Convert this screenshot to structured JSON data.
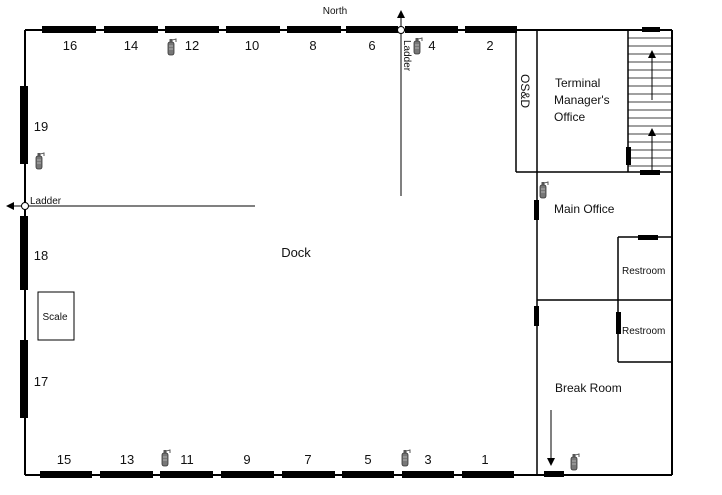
{
  "compass": "North",
  "dock_label": "Dock",
  "scale_label": "Scale",
  "ladder_label": "Ladder",
  "rooms": {
    "osd": "OS&D",
    "terminal_manager_line1": "Terminal",
    "terminal_manager_line2": "Manager's",
    "terminal_manager_line3": "Office",
    "main_office": "Main Office",
    "restroom_upper": "Restroom",
    "restroom_lower": "Restroom",
    "break_room": "Break Room"
  },
  "doors": {
    "north": [
      "16",
      "14",
      "12",
      "10",
      "8",
      "6",
      "4",
      "2"
    ],
    "south": [
      "15",
      "13",
      "11",
      "9",
      "7",
      "5",
      "3",
      "1"
    ],
    "west": [
      "19",
      "18",
      "17"
    ]
  },
  "fire_extinguisher_icon": "fire-extinguisher-icon",
  "colors": {
    "wall": "#000000",
    "door": "#000000",
    "background": "#ffffff"
  }
}
